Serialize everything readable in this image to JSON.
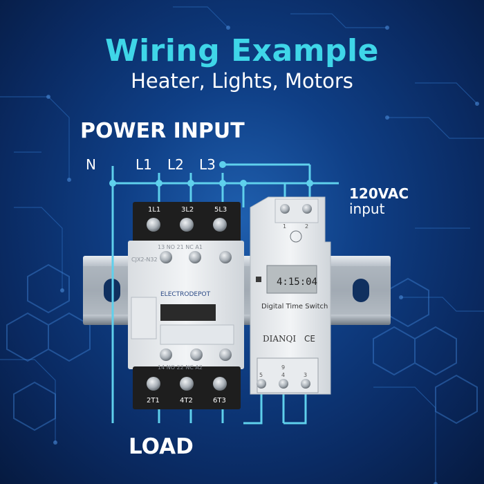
{
  "header": {
    "title": "Wiring Example",
    "subtitle": "Heater, Lights, Motors"
  },
  "labels": {
    "power_input": "POWER INPUT",
    "load": "LOAD",
    "neutral": "N",
    "l1": "L1",
    "l2": "L2",
    "l3": "L3",
    "voltage": "120VAC",
    "voltage_sub": "input"
  },
  "contactor": {
    "brand": "ELECTRODEPOT",
    "model": "CJX2-N32",
    "top_terminals": [
      "1L1",
      "3L2",
      "5L3"
    ],
    "top_aux": "13 NO 21 NC A1",
    "bottom_aux": "14 NO 22 NC A2",
    "bottom_terminals": [
      "2T1",
      "4T2",
      "6T3"
    ]
  },
  "timer": {
    "label": "Digital Time Switch",
    "brand": "DIANQI",
    "cert": "CE",
    "top_terminals": [
      "1",
      "2"
    ],
    "bottom_terminals": [
      "5",
      "9",
      "4",
      "3"
    ],
    "display": "4:15:04"
  },
  "colors": {
    "wire": "#5fd0ec",
    "title": "#3fd6e8",
    "background": "#0f3f86"
  }
}
